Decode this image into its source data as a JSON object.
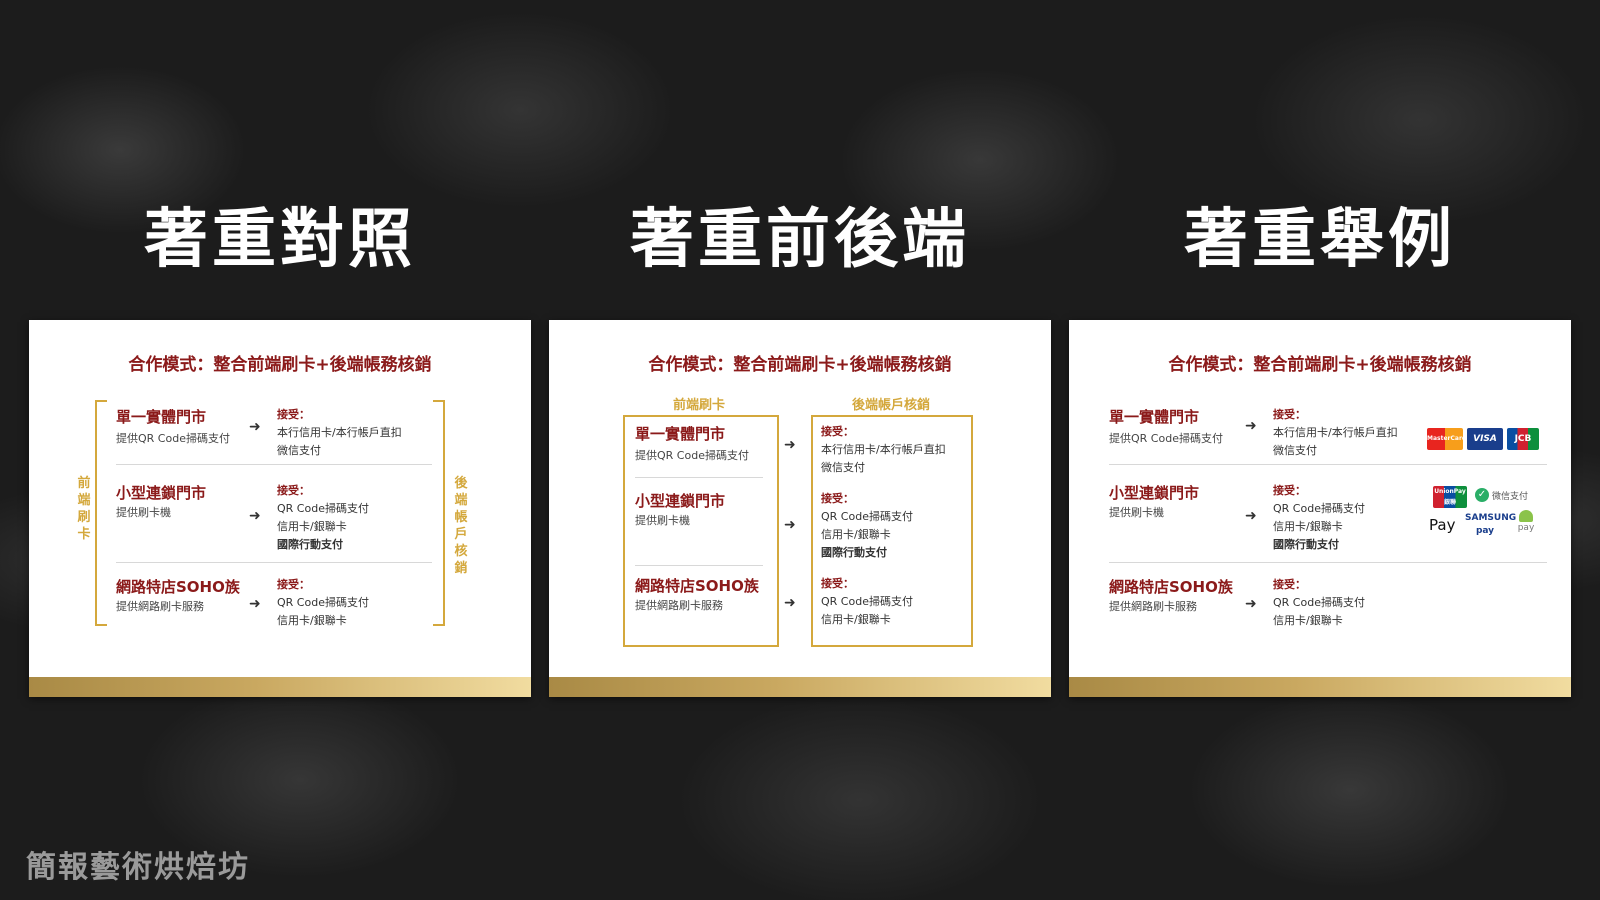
{
  "headings": [
    "著重對照",
    "著重前後端",
    "著重舉例"
  ],
  "slide": {
    "title": "合作模式：整合前端刷卡+後端帳務核銷",
    "left_label": "前端刷卡",
    "right_label": "後端帳戶核銷",
    "stores": [
      {
        "name": "單一實體門市",
        "desc": "提供QR Code掃碼支付"
      },
      {
        "name": "小型連鎖門市",
        "desc": "提供刷卡機"
      },
      {
        "name": "網路特店SOHO族",
        "desc": "提供網路刷卡服務"
      }
    ],
    "accept_label": "接受：",
    "accepts": [
      [
        "本行信用卡/本行帳戶直扣",
        "微信支付"
      ],
      [
        "QR Code掃碼支付",
        "信用卡/銀聯卡",
        "國際行動支付"
      ],
      [
        "QR Code掃碼支付",
        "信用卡/銀聯卡"
      ]
    ],
    "logos": [
      "MasterCard",
      "VISA",
      "JCB",
      "UnionPay 銀聯",
      "微信支付",
      "Pay",
      "SAMSUNG pay",
      "pay"
    ]
  },
  "watermark": "簡報藝術烘焙坊",
  "colors": {
    "accent": "#8b1a1a",
    "gold": "#d4a83c"
  },
  "icons": [
    "arrow-right-icon",
    "mastercard-logo",
    "visa-logo",
    "jcb-logo",
    "unionpay-logo",
    "wechat-pay-icon",
    "apple-pay-logo",
    "samsung-pay-logo",
    "android-pay-logo"
  ]
}
